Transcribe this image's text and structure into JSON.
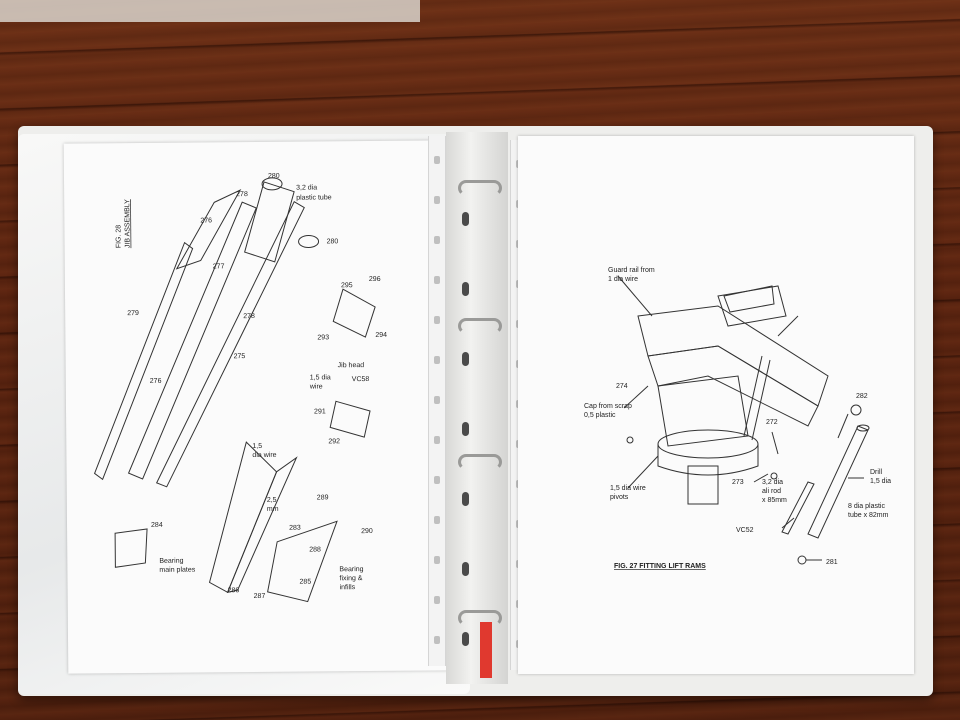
{
  "left_page": {
    "title": "FIG. 28",
    "subtitle": "JIB ASSEMBLY",
    "parts": [
      "280",
      "276",
      "278",
      "3,2 dia",
      "plastic tube",
      "280",
      "277",
      "279",
      "278",
      "275",
      "276",
      "295",
      "296",
      "293",
      "294",
      "1,5 dia",
      "wire",
      "Jib head",
      "VC58",
      "291",
      "292",
      "1,5",
      "dia wire",
      "2,5",
      "mm",
      "289",
      "283",
      "284",
      "Bearing",
      "main plates",
      "286",
      "287",
      "285",
      "288",
      "290",
      "Bearing",
      "fixing &",
      "infills"
    ]
  },
  "right_page": {
    "title": "FIG. 27 FITTING LIFT RAMS",
    "labels": [
      "Guard rail from",
      "1 dia wire",
      "274",
      "Cap from scrap",
      "0,5 plastic",
      "1,5 dia wire",
      "pivots",
      "272",
      "273",
      "3,2 dia",
      "ali rod",
      "x 85mm",
      "282",
      "Drill",
      "1,5 dia",
      "8 dia plastic",
      "tube x 82mm",
      "VC52",
      "281"
    ]
  },
  "colors": {
    "wood": "#5a2410",
    "binder": "#eeeeec",
    "tag": "#e0392f"
  }
}
